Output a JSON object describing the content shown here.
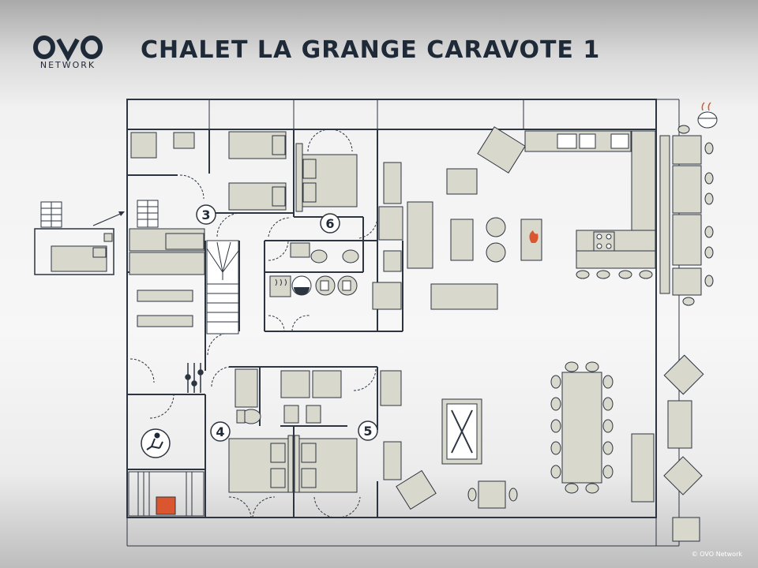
{
  "header": {
    "title": "CHALET LA GRANGE CARAVOTE 1",
    "logo_icon": "ovo-logo-icon",
    "logo_text": "NETWORK"
  },
  "floorplan": {
    "rooms": [
      {
        "id": "bedroom-3",
        "number": "3"
      },
      {
        "id": "bedroom-6",
        "number": "6"
      },
      {
        "id": "bedroom-4",
        "number": "4"
      },
      {
        "id": "bedroom-5",
        "number": "5"
      }
    ],
    "icons": [
      "staircase-icon",
      "bbq-grill-icon",
      "pool-table-icon",
      "fireplace-icon",
      "exercise-bike-icon",
      "sauna-heater-icon",
      "washing-machine-icon",
      "dryer-icon",
      "foosball-table-icon",
      "bunk-bed-icon",
      "hob-icon"
    ]
  },
  "footer": {
    "copyright": "© OVO Network"
  },
  "colors": {
    "navy": "#1f2a38",
    "furniture_fill": "#d8d8cc",
    "wall": "#2d3540",
    "accent_red": "#d9562e"
  }
}
